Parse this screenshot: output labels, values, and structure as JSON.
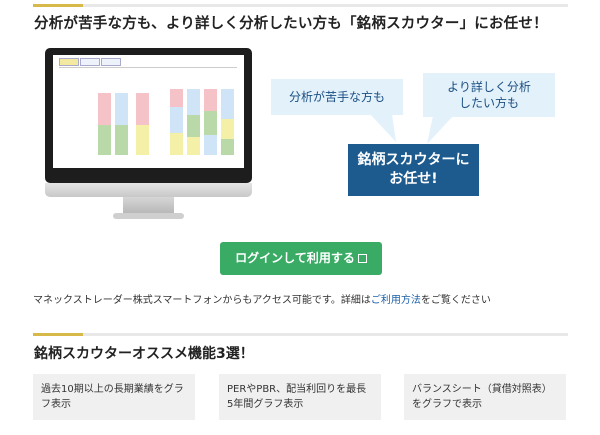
{
  "heading_top": "分析が苦手な方も、より詳しく分析したい方も「銘柄スカウター」にお任せ！",
  "bubbles": {
    "left": "分析が苦手な方も",
    "right_line1": "より詳しく分析",
    "right_line2": "したい方も",
    "main_line1": "銘柄スカウターに",
    "main_line2": "お任せ!"
  },
  "login_button": {
    "label": "ログインして利用する"
  },
  "note": {
    "text_before": "マネックストレーダー株式スマートフォンからもアクセス可能です。詳細は",
    "link": "ご利用方法",
    "text_after": "をご覧ください"
  },
  "heading_features": "銘柄スカウターオススメ機能3選！",
  "features": [
    {
      "line1": "過去10期以上の長期業績をグラ",
      "line2": "フ表示"
    },
    {
      "line1": "PERやPBR、配当利回りを最長",
      "line2": "5年間グラフ表示"
    },
    {
      "line1": "バランスシート（貸借対照表）",
      "line2": "をグラフで表示"
    }
  ],
  "colors": {
    "accent": "#d7b94a",
    "green": "#3aab64",
    "navy": "#1d5b8f",
    "bubble": "#e3f1fb",
    "link": "#1b5fa8"
  }
}
